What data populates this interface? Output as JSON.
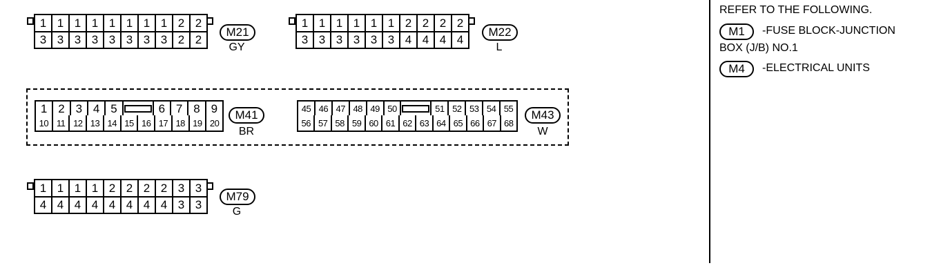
{
  "connectors": {
    "m21": {
      "badge": "M21",
      "color": "GY",
      "row1": [
        "1",
        "1",
        "1",
        "1",
        "1",
        "1",
        "1",
        "1",
        "2",
        "2"
      ],
      "row2": [
        "3",
        "3",
        "3",
        "3",
        "3",
        "3",
        "3",
        "3",
        "2",
        "2"
      ]
    },
    "m22": {
      "badge": "M22",
      "color": "L",
      "row1": [
        "1",
        "1",
        "1",
        "1",
        "1",
        "1",
        "2",
        "2",
        "2",
        "2"
      ],
      "row2": [
        "3",
        "3",
        "3",
        "3",
        "3",
        "3",
        "4",
        "4",
        "4",
        "4"
      ]
    },
    "m41": {
      "badge": "M41",
      "color": "BR",
      "row1": [
        "1",
        "2",
        "3",
        "4",
        "5",
        "6",
        "7",
        "8",
        "9"
      ],
      "row2": [
        "10",
        "11",
        "12",
        "13",
        "14",
        "15",
        "16",
        "17",
        "18",
        "19",
        "20"
      ]
    },
    "m43": {
      "badge": "M43",
      "color": "W",
      "row1": [
        "45",
        "46",
        "47",
        "48",
        "49",
        "50",
        "51",
        "52",
        "53",
        "54",
        "55"
      ],
      "row2": [
        "56",
        "57",
        "58",
        "59",
        "60",
        "61",
        "62",
        "63",
        "64",
        "65",
        "66",
        "67",
        "68"
      ]
    },
    "m79": {
      "badge": "M79",
      "color": "G",
      "row1": [
        "1",
        "1",
        "1",
        "1",
        "2",
        "2",
        "2",
        "2",
        "3",
        "3"
      ],
      "row2": [
        "4",
        "4",
        "4",
        "4",
        "4",
        "4",
        "4",
        "4",
        "3",
        "3"
      ]
    }
  },
  "legend": {
    "title": "REFER TO THE FOLLOWING.",
    "item1_badge": "M1",
    "item1_text": "-FUSE BLOCK-JUNCTION",
    "item1_text2": "BOX (J/B) NO.1",
    "item2_badge": "M4",
    "item2_text": "-ELECTRICAL UNITS"
  }
}
